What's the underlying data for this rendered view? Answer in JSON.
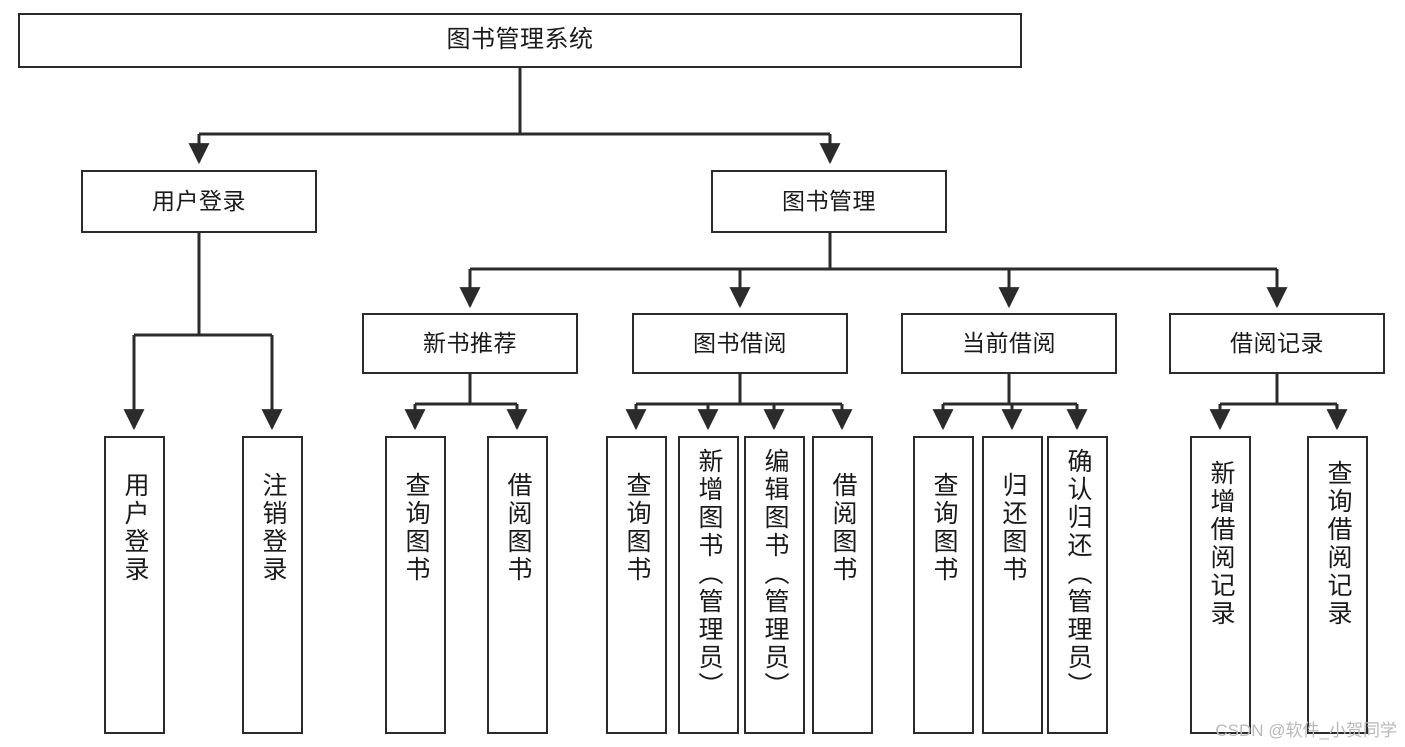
{
  "diagram": {
    "title": "图书管理系统",
    "type": "tree-hierarchy-chart",
    "theme": {
      "background": "#ffffff",
      "box_border": "#2b2b2b",
      "box_fill": "#ffffff",
      "edge": "#2b2b2b",
      "text": "#1a1a1a",
      "watermark_color": "#b9b9b9"
    },
    "nodes": {
      "root": {
        "label": "图书管理系统"
      },
      "level2": [
        {
          "id": "user-login",
          "label": "用户登录"
        },
        {
          "id": "book-manage",
          "label": "图书管理"
        }
      ],
      "level3": [
        {
          "id": "new-book-recommend",
          "label": "新书推荐"
        },
        {
          "id": "book-borrow",
          "label": "图书借阅"
        },
        {
          "id": "current-borrow",
          "label": "当前借阅"
        },
        {
          "id": "borrow-record",
          "label": "借阅记录"
        }
      ],
      "leaves": [
        {
          "id": "leaf-user-login",
          "label": "用户登录",
          "parent": "user-login"
        },
        {
          "id": "leaf-logout-login",
          "label": "注销登录",
          "parent": "user-login"
        },
        {
          "id": "leaf-query-book-1",
          "label": "查询图书",
          "parent": "new-book-recommend"
        },
        {
          "id": "leaf-borrow-book-1",
          "label": "借阅图书",
          "parent": "new-book-recommend"
        },
        {
          "id": "leaf-query-book-2",
          "label": "查询图书",
          "parent": "book-borrow"
        },
        {
          "id": "leaf-add-book",
          "label": "新增图书（管理员）",
          "parent": "book-borrow"
        },
        {
          "id": "leaf-edit-book",
          "label": "编辑图书（管理员）",
          "parent": "book-borrow"
        },
        {
          "id": "leaf-borrow-book-2",
          "label": "借阅图书",
          "parent": "book-borrow"
        },
        {
          "id": "leaf-query-book-3",
          "label": "查询图书",
          "parent": "current-borrow"
        },
        {
          "id": "leaf-return-book",
          "label": "归还图书",
          "parent": "current-borrow"
        },
        {
          "id": "leaf-confirm-return",
          "label": "确认归还（管理员）",
          "parent": "current-borrow"
        },
        {
          "id": "leaf-add-record",
          "label": "新增借阅记录",
          "parent": "borrow-record"
        },
        {
          "id": "leaf-query-record",
          "label": "查询借阅记录",
          "parent": "borrow-record"
        }
      ]
    },
    "watermark": "CSDN @软件_小贺同学"
  }
}
